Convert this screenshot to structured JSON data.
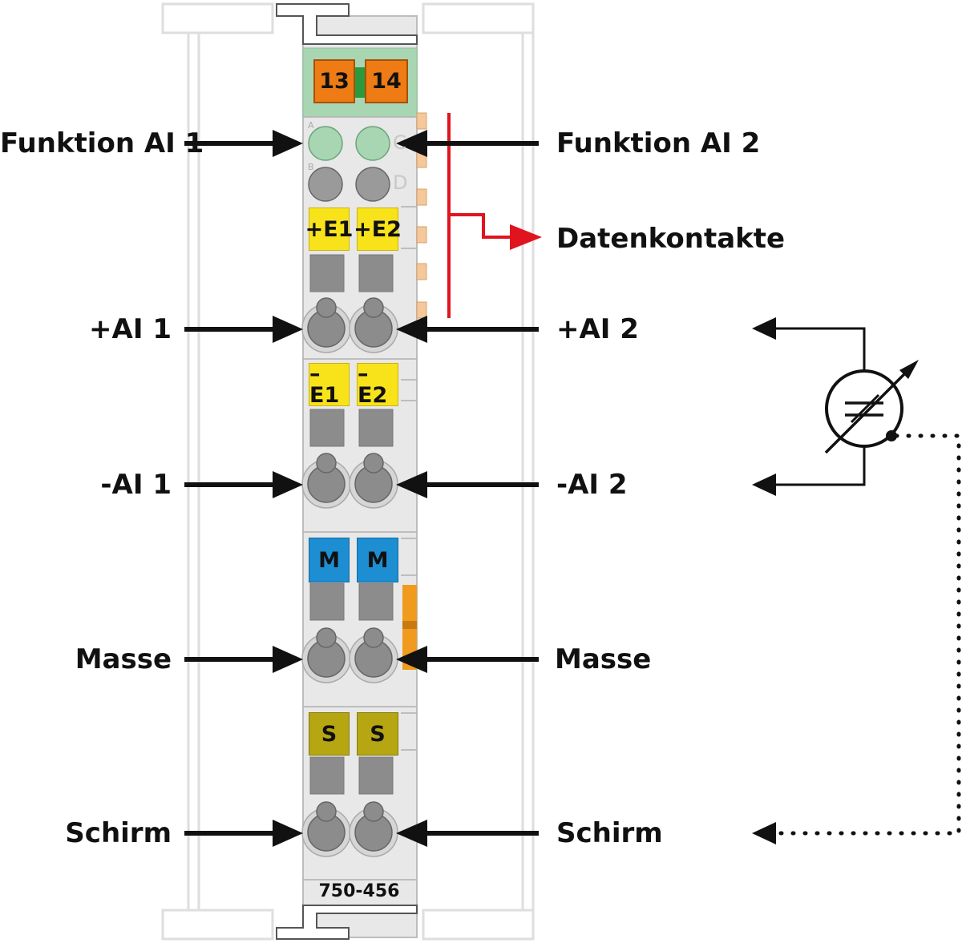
{
  "module": {
    "model": "750-456",
    "top_terminals": [
      "13",
      "14"
    ],
    "corner_letters": {
      "a": "A",
      "b": "B",
      "c": "C",
      "d": "D"
    }
  },
  "slots": {
    "plus_e1": "+E1",
    "plus_e2": "+E2",
    "minus_e1": "–E1",
    "minus_e2": "–E2",
    "m1": "M",
    "m2": "M",
    "s1": "S",
    "s2": "S"
  },
  "labels": {
    "left": [
      "Funktion AI 1",
      "+AI 1",
      "-AI 1",
      "Masse",
      "Schirm"
    ],
    "right": [
      "Funktion AI 2",
      "+AI 2",
      "-AI 2",
      "Masse",
      "Schirm"
    ],
    "data_contacts": "Datenkontakte"
  },
  "colors": {
    "housing": "#e8e8e8",
    "outline": "#c8c8c8",
    "terminal_green": "#a8d6b2",
    "status_orange": "#ee7b14",
    "yellow": "#f8e31b",
    "blue": "#1e8ed2",
    "olive": "#b5a612",
    "gray": "#8c8c8c",
    "red": "#e0141e",
    "black": "#111111"
  },
  "icons": {
    "sensor": "adjustable-sensor-symbol-icon",
    "arrow": "arrow-icon"
  }
}
